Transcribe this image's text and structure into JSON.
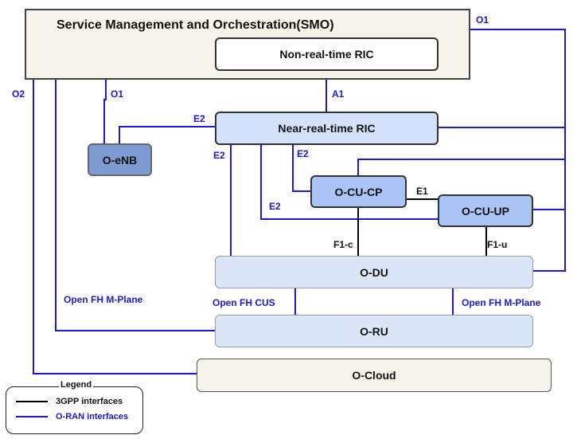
{
  "diagram": {
    "smo_title": "Service Management and Orchestration(SMO)",
    "nodes": {
      "non_rt_ric": "Non-real-time RIC",
      "near_rt_ric": "Near-real-time RIC",
      "o_enb": "O-eNB",
      "o_cu_cp": "O-CU-CP",
      "o_cu_up": "O-CU-UP",
      "o_du": "O-DU",
      "o_ru": "O-RU",
      "o_cloud": "O-Cloud"
    },
    "interfaces": {
      "o1_right": "O1",
      "o2": "O2",
      "o1_enb": "O1",
      "a1": "A1",
      "e2_enb": "E2",
      "e2_du": "E2",
      "e2_cucp": "E2",
      "e2_cuup": "E2",
      "e1": "E1",
      "f1c": "F1-c",
      "f1u": "F1-u",
      "open_fh_mplane_left": "Open FH M-Plane",
      "open_fh_cus": "Open FH CUS",
      "open_fh_mplane_right": "Open FH M-Plane"
    },
    "legend": {
      "title": "Legend",
      "items": [
        {
          "label": "3GPP interfaces",
          "color": "#000000"
        },
        {
          "label": "O-RAN interfaces",
          "color": "#1a1ad6"
        }
      ]
    },
    "colors": {
      "oran_line": "#1a1ad6",
      "gpp_line": "#000000",
      "smo_fill": "#f5f3ea",
      "cloud_fill": "#f5f3ea",
      "ric_fill": "#d4e1fb",
      "cu_fill": "#a9c4f5",
      "enb_fill": "#7e9cd3",
      "du_ru_fill": "#dae7f9"
    }
  }
}
